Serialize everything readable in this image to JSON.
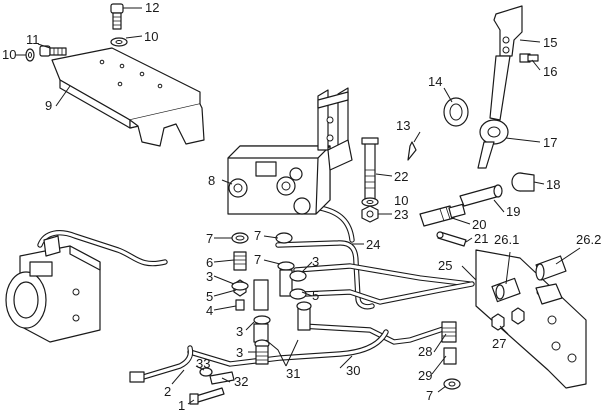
{
  "callouts": {
    "c1": "1",
    "c2": "2",
    "c3a": "3",
    "c3b": "3",
    "c3c": "3",
    "c3d": "3",
    "c4": "4",
    "c5": "5",
    "c6": "6",
    "c7a": "7",
    "c7b": "7",
    "c7c": "7",
    "c7d": "7",
    "c8": "8",
    "c9": "9",
    "c10a": "10",
    "c10b": "10",
    "c10c": "10",
    "c11": "11",
    "c12": "12",
    "c13": "13",
    "c14": "14",
    "c15": "15",
    "c16": "16",
    "c17": "17",
    "c18": "18",
    "c19": "19",
    "c20": "20",
    "c21": "21",
    "c22": "22",
    "c23": "23",
    "c24": "24",
    "c25": "25",
    "c26_1": "26.1",
    "c26_2": "26.2",
    "c27": "27",
    "c28": "28",
    "c29": "29",
    "c30": "30",
    "c31": "31",
    "c32": "32",
    "c33": "33"
  }
}
